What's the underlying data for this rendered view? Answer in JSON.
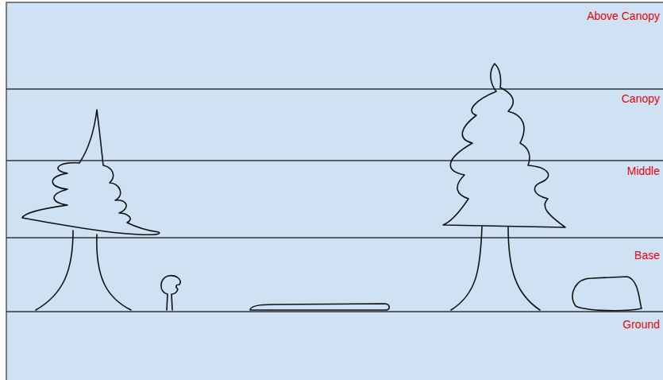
{
  "diagram": {
    "labels": [
      "Above Canopy",
      "Canopy",
      "Middle",
      "Base",
      "Ground"
    ]
  }
}
